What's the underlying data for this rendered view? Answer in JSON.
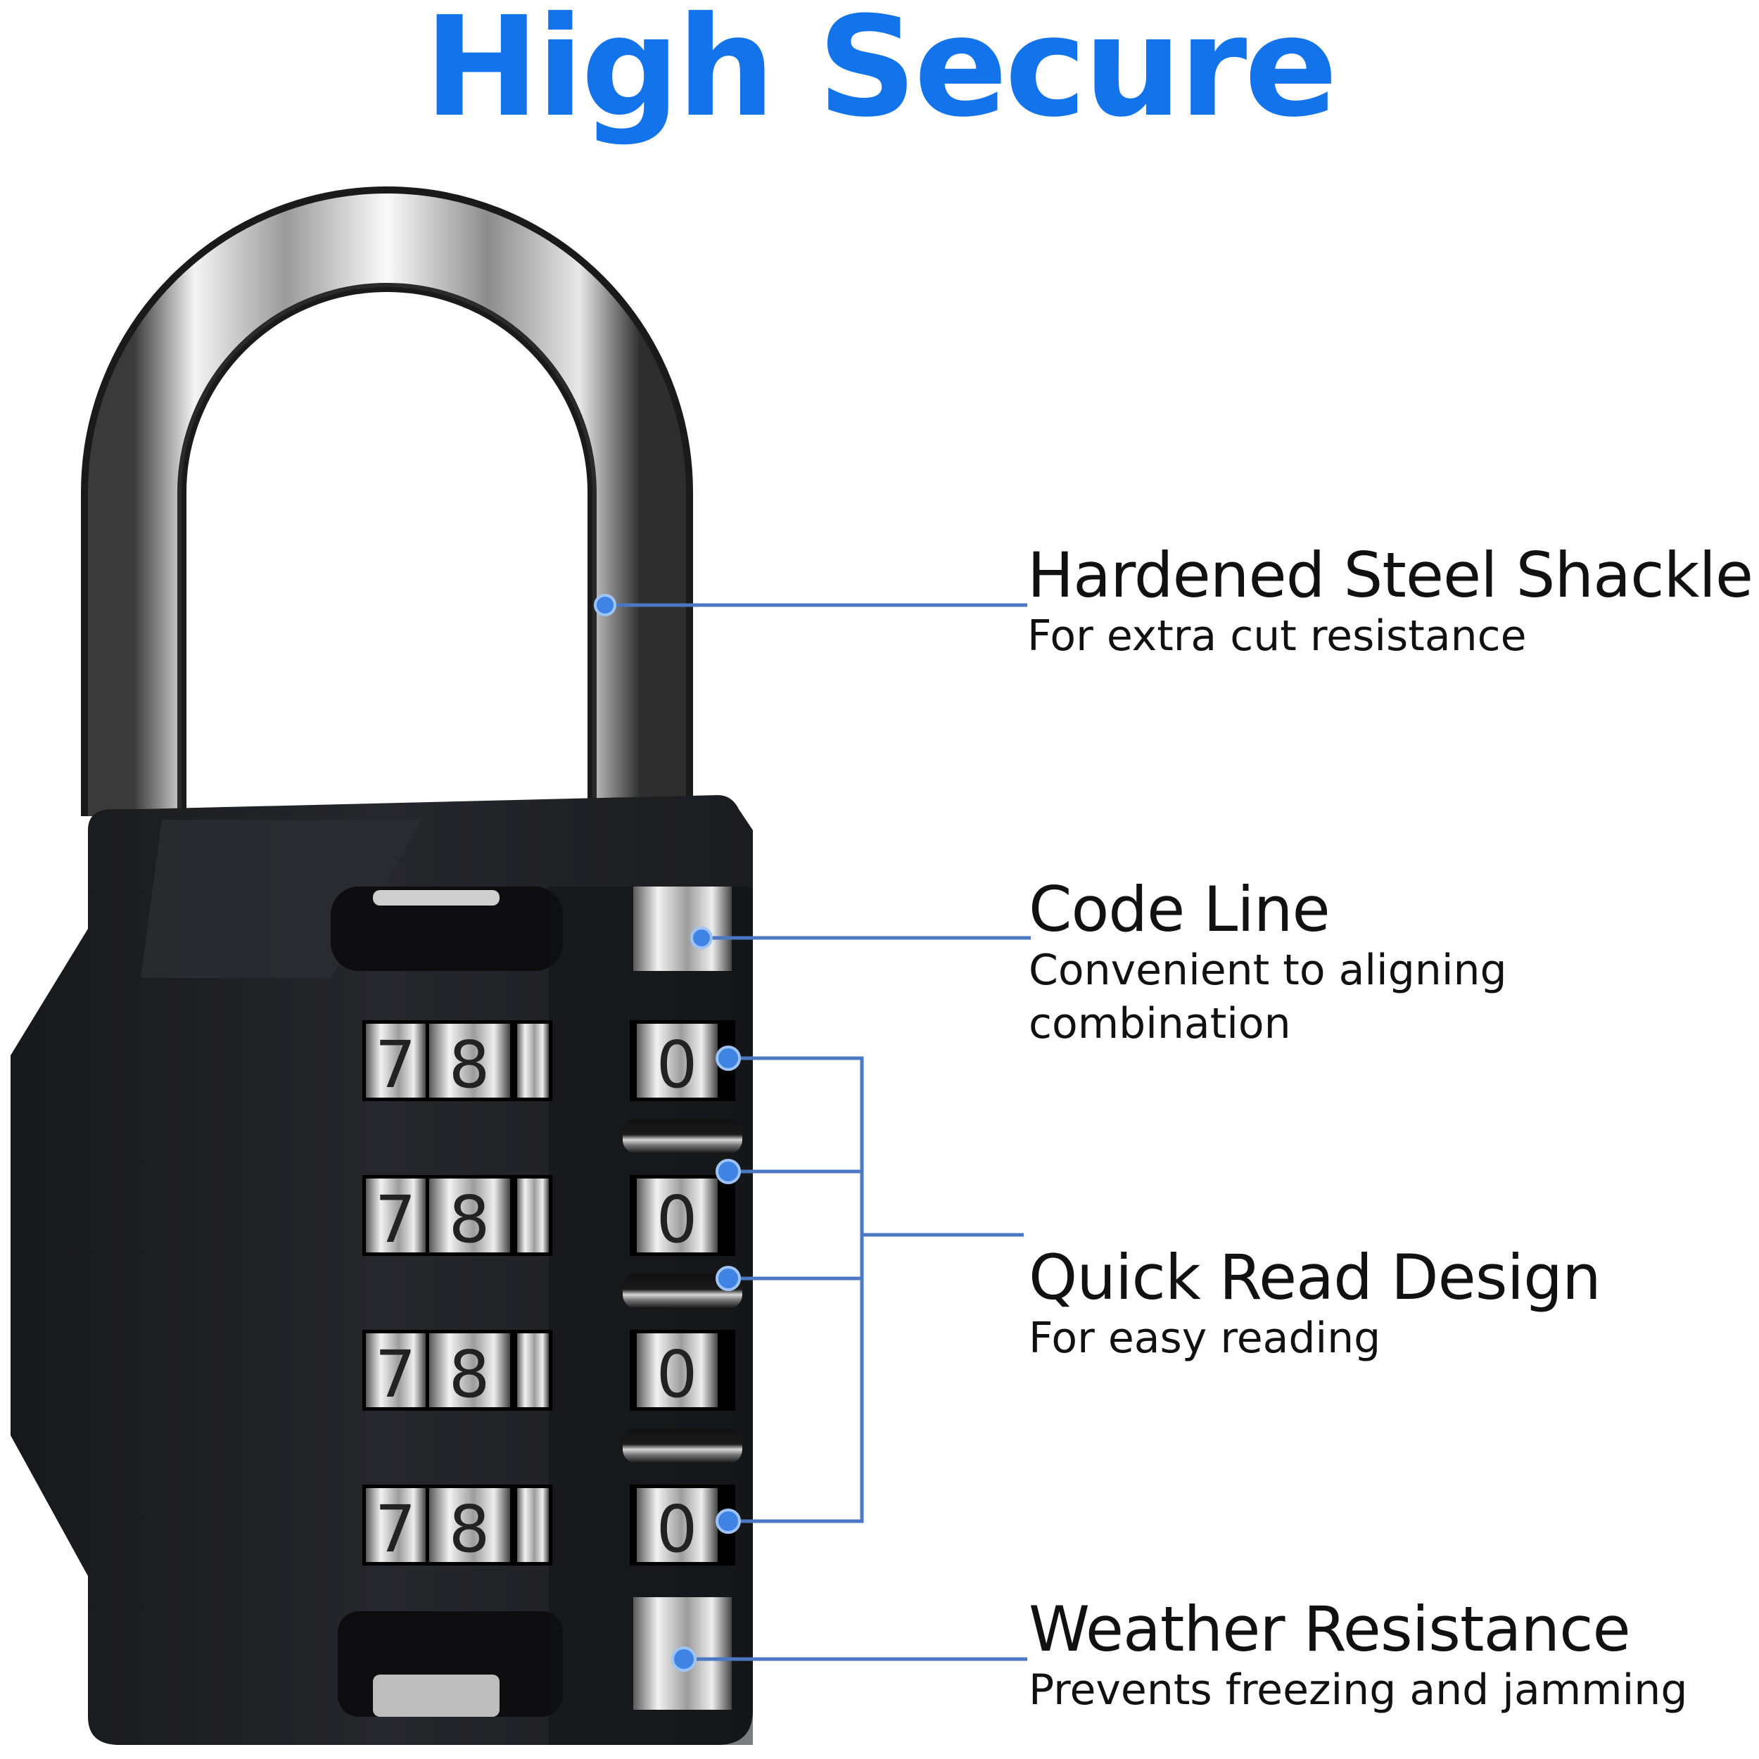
{
  "title": "High Secure",
  "colors": {
    "title": "#1273EB",
    "callout_line": "#4A78C4",
    "callout_dot": "#3F84E5",
    "lock_body": "#1E1F23",
    "text": "#111111"
  },
  "product": {
    "type": "combination padlock",
    "dials": [
      {
        "visible_digits": [
          "7",
          "8"
        ],
        "code_digit": "0"
      },
      {
        "visible_digits": [
          "7",
          "8"
        ],
        "code_digit": "0"
      },
      {
        "visible_digits": [
          "7",
          "8"
        ],
        "code_digit": "0"
      },
      {
        "visible_digits": [
          "7",
          "8"
        ],
        "code_digit": "0"
      }
    ]
  },
  "callouts": [
    {
      "title": "Hardened Steel Shackle",
      "subtitle": "For extra cut resistance"
    },
    {
      "title": "Code Line",
      "subtitle_line1": "Convenient to aligning",
      "subtitle_line2": "combination"
    },
    {
      "title": "Quick Read Design",
      "subtitle": "For easy reading"
    },
    {
      "title": "Weather Resistance",
      "subtitle": "Prevents freezing and jamming"
    }
  ]
}
